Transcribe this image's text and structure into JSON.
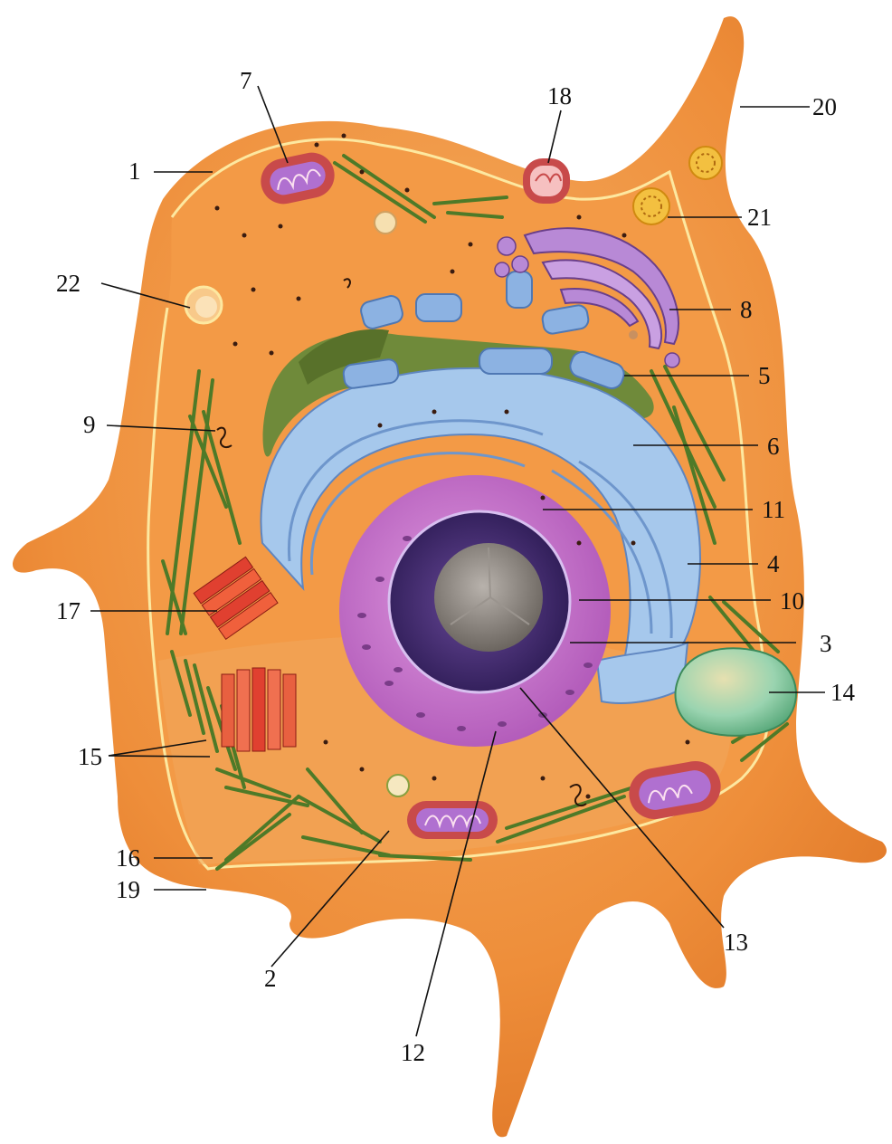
{
  "figure": {
    "labels": [
      "1",
      "2",
      "3",
      "4",
      "5",
      "6",
      "7",
      "8",
      "9",
      "10",
      "11",
      "12",
      "13",
      "14",
      "15",
      "16",
      "17",
      "18",
      "19",
      "20",
      "21",
      "22"
    ]
  },
  "colors": {
    "cytoplasm": "#f0903c",
    "cytoplasm_light": "#f6ae62",
    "membrane": "#fde8a0",
    "rough_er": "#9cc0e6",
    "golgi": "#7fa8dc",
    "smooth_er": "#6f8a3a",
    "nuclear_envelope": "#c873c8",
    "nucleoplasm": "#4a2f7a",
    "nucleolus": "#8a8480",
    "mitochondrion": "#c84a4a",
    "cristae": "#b070d0",
    "vacuole": "#9cd8b0",
    "centriole": "#e04030",
    "microtubule": "#5f8a30"
  }
}
